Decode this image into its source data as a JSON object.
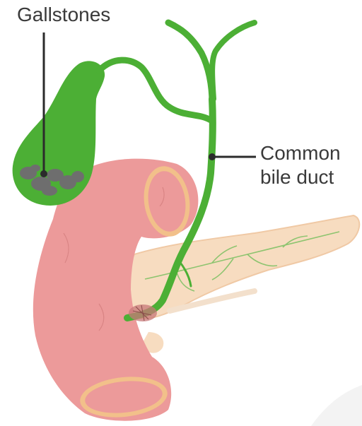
{
  "labels": {
    "gallstones": "Gallstones",
    "common_bile_duct_line1": "Common",
    "common_bile_duct_line2": "bile duct"
  },
  "colors": {
    "gallbladder": "#4caf35",
    "bile_duct": "#4caf35",
    "duodenum": "#ec9a9a",
    "duodenum_rim": "#f2c08a",
    "pancreas": "#f7dcc0",
    "pancreatic_vessels": "#8dc46f",
    "stones": "#6e6e6e",
    "leader_line": "#2b2b2b",
    "label_text": "#3a3a3a"
  }
}
